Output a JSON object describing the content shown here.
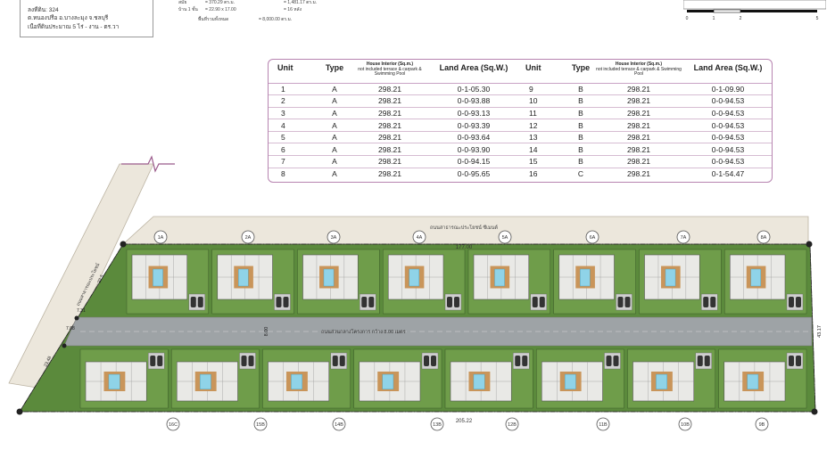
{
  "info_box": {
    "lines": [
      "ลงที่ดิน: 324",
      "ต.หนองปรือ อ.บางละมุง จ.ชลบุรี",
      "เนื้อที่ดินประมาณ 5 ไร่ - งาน - ตร.วา"
    ]
  },
  "stats": {
    "rows": [
      {
        "c1": "สมัย",
        "c2": "= 370.29 ตร.ม.",
        "c3": "= 1,481.17 ตร.ม."
      },
      {
        "c1": "บ้าน 1 ชั้น",
        "c2": "= 22.90 x 17.00",
        "c3": "= 16 หลัง"
      }
    ],
    "grand_label": "พื้นที่รวมทั้งหมด",
    "grand_value": "= 8,000.00 ตร.ม."
  },
  "scalebar": {
    "ticks": [
      "0",
      "1",
      "2",
      "5"
    ]
  },
  "unit_table": {
    "headers": {
      "unit": "Unit",
      "type": "Type",
      "interior": "House Interior (Sq.m.)",
      "interior_note": "not included terrace & carpark & Swimming Pool",
      "land": "Land Area (Sq.W.)"
    },
    "rows": [
      {
        "left": {
          "unit": "1",
          "type": "A",
          "interior": "298.21",
          "land": "0-1-05.30"
        },
        "right": {
          "unit": "9",
          "type": "B",
          "interior": "298.21",
          "land": "0-1-09.90"
        }
      },
      {
        "left": {
          "unit": "2",
          "type": "A",
          "interior": "298.21",
          "land": "0-0-93.88"
        },
        "right": {
          "unit": "10",
          "type": "B",
          "interior": "298.21",
          "land": "0-0-94.53"
        }
      },
      {
        "left": {
          "unit": "3",
          "type": "A",
          "interior": "298.21",
          "land": "0-0-93.13"
        },
        "right": {
          "unit": "11",
          "type": "B",
          "interior": "298.21",
          "land": "0-0-94.53"
        }
      },
      {
        "left": {
          "unit": "4",
          "type": "A",
          "interior": "298.21",
          "land": "0-0-93.39"
        },
        "right": {
          "unit": "12",
          "type": "B",
          "interior": "298.21",
          "land": "0-0-94.53"
        }
      },
      {
        "left": {
          "unit": "5",
          "type": "A",
          "interior": "298.21",
          "land": "0-0-93.64"
        },
        "right": {
          "unit": "13",
          "type": "B",
          "interior": "298.21",
          "land": "0-0-94.53"
        }
      },
      {
        "left": {
          "unit": "6",
          "type": "A",
          "interior": "298.21",
          "land": "0-0-93.90"
        },
        "right": {
          "unit": "14",
          "type": "B",
          "interior": "298.21",
          "land": "0-0-94.53"
        }
      },
      {
        "left": {
          "unit": "7",
          "type": "A",
          "interior": "298.21",
          "land": "0-0-94.15"
        },
        "right": {
          "unit": "15",
          "type": "B",
          "interior": "298.21",
          "land": "0-0-94.53"
        }
      },
      {
        "left": {
          "unit": "8",
          "type": "A",
          "interior": "298.21",
          "land": "0-0-95.65"
        },
        "right": {
          "unit": "16",
          "type": "C",
          "interior": "298.21",
          "land": "0-1-54.47"
        }
      }
    ]
  },
  "site": {
    "top_road_label": "ถนนสาธารณะประโยชน์ ซีเมนต์",
    "side_road_label": "ถนนสาธารณะประโยชน์",
    "inner_road_label": "ถนนส่วนกลางโครงการ กว้าง 8.00 เมตร",
    "top_dimension": "177.00",
    "bottom_dimension": "205.22",
    "road_width": "8.00",
    "right_dimension": "43.17",
    "side_dims": [
      "22.5",
      "7.31",
      "7.88",
      "23.48"
    ],
    "top_units": [
      "1A",
      "2A",
      "3A",
      "4A",
      "5A",
      "6A",
      "7A",
      "8A"
    ],
    "bottom_units": [
      "16C",
      "15B",
      "14B",
      "13B",
      "12B",
      "11B",
      "10B",
      "9B"
    ]
  }
}
